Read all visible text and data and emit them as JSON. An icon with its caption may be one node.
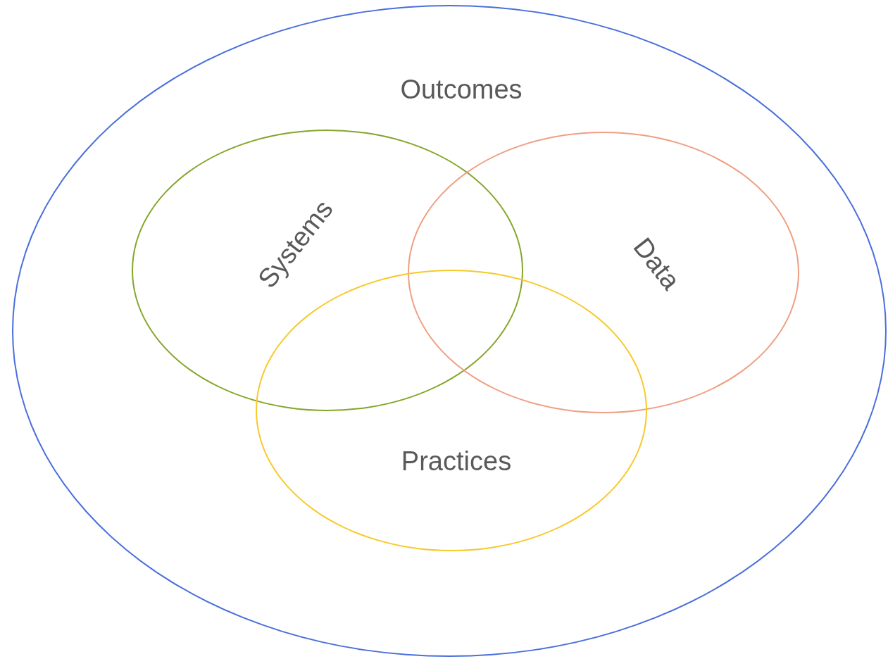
{
  "diagram": {
    "nodes": [
      {
        "text": [
          "Outcomes"
        ]
      },
      {
        "text": [
          "Systems"
        ],
        "in": 0
      },
      {
        "text": [
          "Data"
        ],
        "in": 0
      },
      {
        "text": [
          "Practices"
        ],
        "in": 0
      }
    ]
  }
}
